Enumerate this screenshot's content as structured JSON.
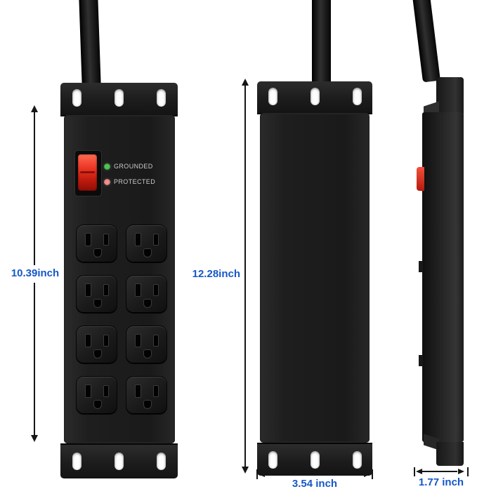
{
  "front_view": {
    "indicators": [
      {
        "label": "GROUNDED",
        "led_color": "#4fc653"
      },
      {
        "label": "PROTECTED",
        "led_color": "#f2908e"
      }
    ]
  },
  "dimensions": {
    "front_height": "10.39inch",
    "overall_height": "12.28inch",
    "width": "3.54 inch",
    "depth": "1.77 inch"
  },
  "colors": {
    "body_black": "#1c1c1c",
    "switch_red": "#e2271e",
    "dimension_blue": "#1557c9",
    "background": "#ffffff"
  }
}
